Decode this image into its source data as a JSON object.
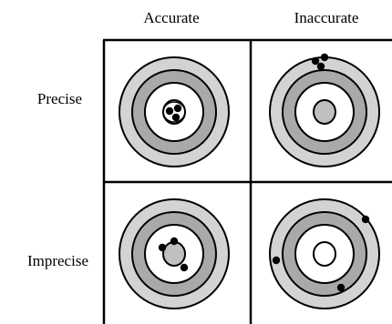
{
  "columns": [
    "Accurate",
    "Inaccurate"
  ],
  "rows": [
    "Precise",
    "Imprecise"
  ],
  "colors": {
    "outer_ring": "#d3d3d3",
    "middle_ring": "#a9a9a9",
    "inner_ring": "#ffffff",
    "bullseye": "#c0c0c0",
    "stroke": "#000000",
    "shot": "#000000"
  },
  "targets": [
    {
      "name": "target-accurate-precise",
      "row": 0,
      "col": 0,
      "bullseye_fill": "#ffffff",
      "shot_group": "ellipse"
    },
    {
      "name": "target-inaccurate-precise",
      "row": 0,
      "col": 1,
      "bullseye_fill": "#c0c0c0",
      "shot_group": "none"
    },
    {
      "name": "target-accurate-imprecise",
      "row": 1,
      "col": 0,
      "bullseye_fill": "#c0c0c0",
      "shot_group": "none"
    },
    {
      "name": "target-inaccurate-imprecise",
      "row": 1,
      "col": 1,
      "bullseye_fill": "#ffffff",
      "shot_group": "none"
    }
  ]
}
